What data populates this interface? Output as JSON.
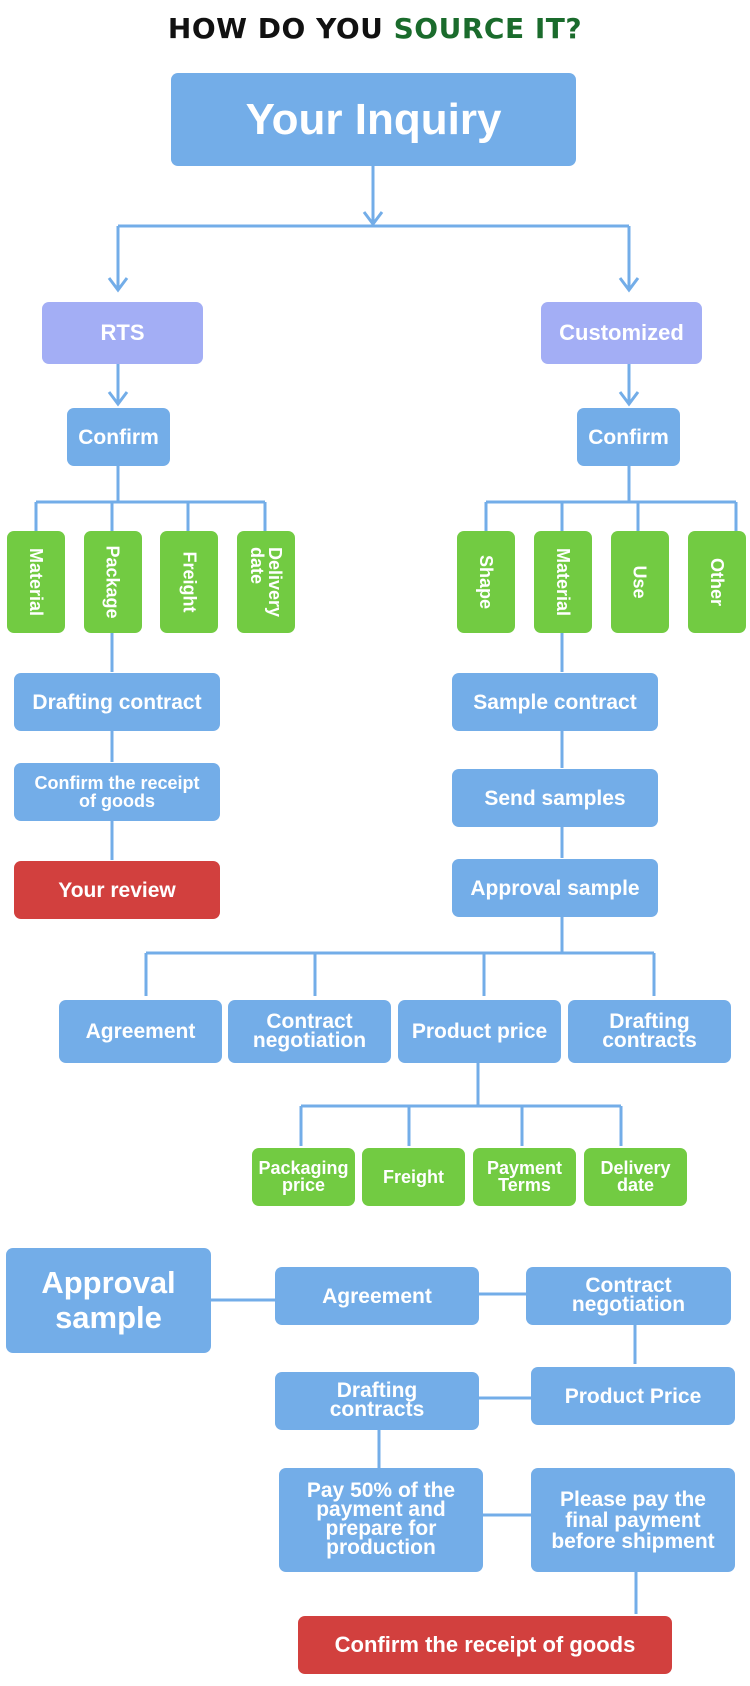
{
  "title": {
    "part1": "HOW DO YOU",
    "part2": "SOURCE IT?"
  },
  "top": {
    "inquiry": "Your Inquiry"
  },
  "rts": {
    "label": "RTS",
    "confirm": "Confirm",
    "options": [
      "Material",
      "Package",
      "Freight",
      "Delivery\ndate"
    ],
    "drafting": "Drafting contract",
    "receipt": "Confirm the receipt\nof goods",
    "review": "Your review"
  },
  "custom": {
    "label": "Customized",
    "confirm": "Confirm",
    "options": [
      "Shape",
      "Material",
      "Use",
      "Other"
    ],
    "sample_contract": "Sample contract",
    "send_samples": "Send samples",
    "approval_sample": "Approval sample"
  },
  "agreement_row": [
    "Agreement",
    "Contract\nnegotiation",
    "Product price",
    "Drafting\ncontracts"
  ],
  "price_row": [
    "Packaging\nprice",
    "Freight",
    "Payment\nTerms",
    "Delivery\ndate"
  ],
  "bottom": {
    "approval": "Approval\nsample",
    "agreement": "Agreement",
    "contract_negotiation": "Contract\nnegotiation",
    "product_price": "Product Price",
    "drafting": "Drafting\ncontracts",
    "pay50": "Pay 50% of the\npayment and\nprepare for\nproduction",
    "final": "Please pay the\nfinal payment\nbefore shipment",
    "receipt": "Confirm the receipt of goods"
  },
  "colors": {
    "blue": "#73ade8",
    "purple": "#a3aef5",
    "green": "#72cb42",
    "red": "#d2403e",
    "line": "#73ade8"
  }
}
